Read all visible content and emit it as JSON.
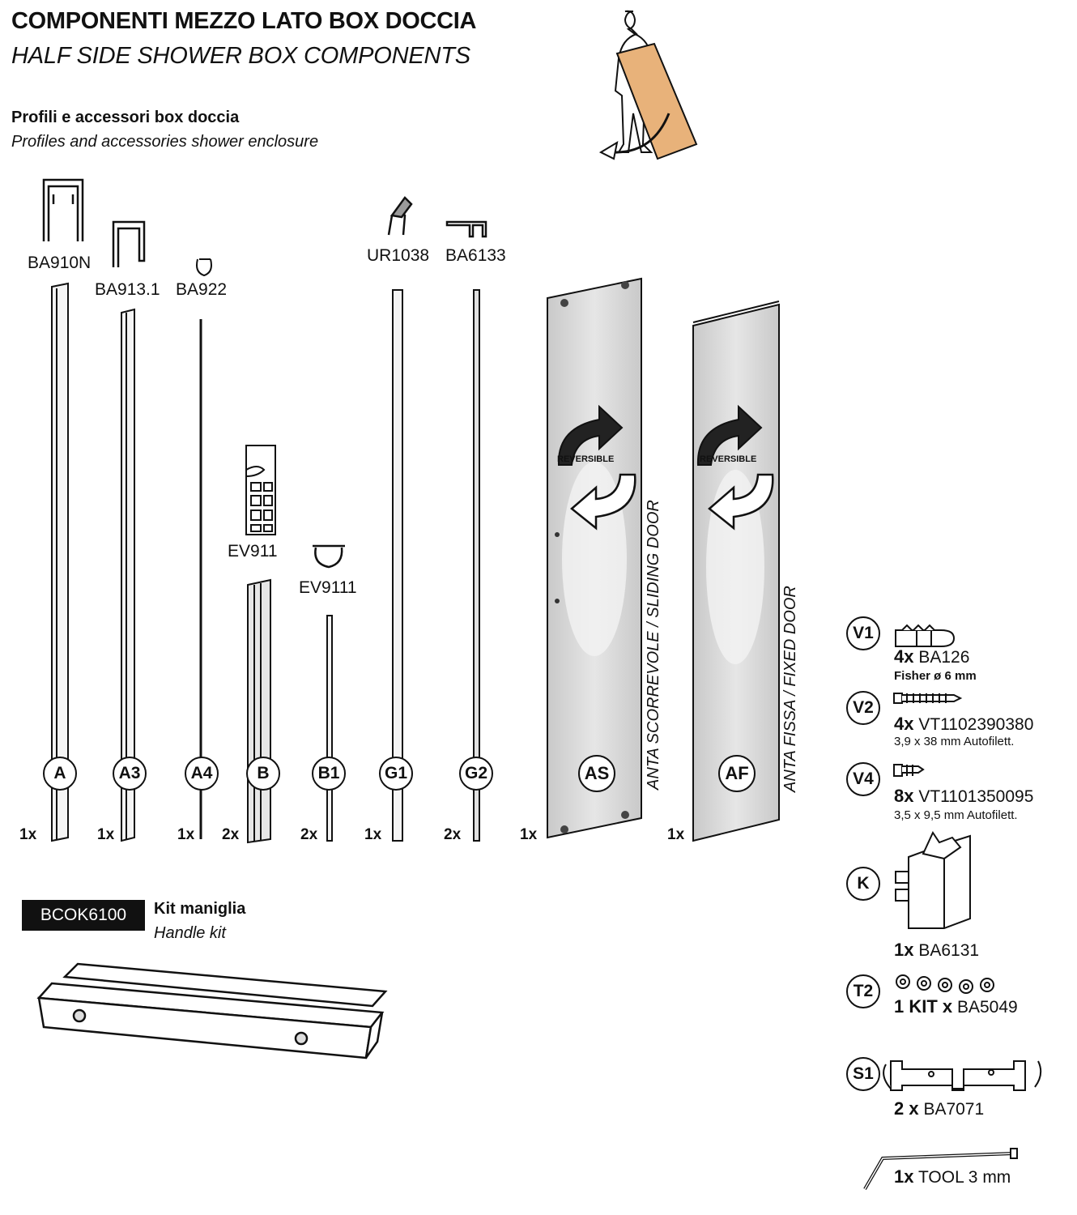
{
  "header": {
    "title_it": "COMPONENTI MEZZO LATO BOX DOCCIA",
    "title_en": "HALF SIDE SHOWER BOX COMPONENTS",
    "subtitle_it": "Profili e accessori box doccia",
    "subtitle_en": "Profiles and accessories shower enclosure"
  },
  "profile_codes": {
    "ba910n": "BA910N",
    "ba913": "BA913.1",
    "ba922": "BA922",
    "ev911": "EV911",
    "ev9111": "EV9111",
    "ur1038": "UR1038",
    "ba6133": "BA6133"
  },
  "profiles": [
    {
      "letter": "A",
      "qty": "1x"
    },
    {
      "letter": "A3",
      "qty": "1x"
    },
    {
      "letter": "A4",
      "qty": "1x"
    },
    {
      "letter": "B",
      "qty": "2x"
    },
    {
      "letter": "B1",
      "qty": "2x"
    },
    {
      "letter": "G1",
      "qty": "1x"
    },
    {
      "letter": "G2",
      "qty": "2x"
    }
  ],
  "panels": [
    {
      "letter": "AS",
      "qty": "1x",
      "label": "ANTA SCORREVOLE / SLIDING DOOR",
      "reversible": "REVERSIBLE"
    },
    {
      "letter": "AF",
      "qty": "1x",
      "label": "ANTA FISSA / FIXED DOOR",
      "reversible": "REVERSIBLE"
    }
  ],
  "handle_kit": {
    "code": "BCOK6100",
    "label_it": "Kit maniglia",
    "label_en": "Handle kit"
  },
  "accessories": {
    "v1": {
      "id": "V1",
      "qty": "4x",
      "code": "BA126",
      "detail": "Fisher ø 6 mm"
    },
    "v2": {
      "id": "V2",
      "qty": "4x",
      "code": "VT1102390380",
      "detail": "3,9 x 38 mm Autofilett."
    },
    "v4": {
      "id": "V4",
      "qty": "8x",
      "code": "VT1101350095",
      "detail": "3,5 x 9,5 mm Autofilett."
    },
    "k": {
      "id": "K",
      "qty": "1x",
      "code": "BA6131"
    },
    "t2": {
      "id": "T2",
      "qty": "1 KIT x",
      "code": "BA5049"
    },
    "s1": {
      "id": "S1",
      "qty": "2 x",
      "code": "BA7071"
    },
    "tool": {
      "qty": "1x",
      "code": "TOOL 3 mm"
    }
  }
}
